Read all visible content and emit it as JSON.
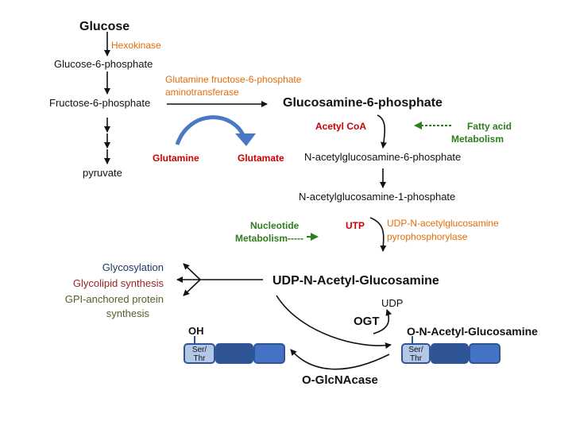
{
  "colors": {
    "enzyme": "#e46c0a",
    "cosubstrate": "#cc0000",
    "metabolism": "#2e7d1e",
    "box_border": "#2f5597",
    "box_light": "#b4c7e7",
    "box_dark": "#2f5597",
    "box_mid": "#4472c4",
    "glutamine_arrow": "#4a78c2"
  },
  "icons": [
    "arrow",
    "curved-arrow",
    "dashed-arrow",
    "branch-arrow",
    "cycle-arrow"
  ],
  "upper": {
    "glucose": "Glucose",
    "hexokinase": "Hexokinase",
    "g6p": "Glucose-6-phosphate",
    "f6p": "Fructose-6-phosphate",
    "pyruvate": "pyruvate",
    "gfat_line1": "Glutamine fructose-6-phosphate",
    "gfat_line2": "aminotransferase",
    "glutamine": "Glutamine",
    "glutamate": "Glutamate"
  },
  "hbp": {
    "glcn6p": "Glucosamine-6-phosphate",
    "acetylcoa": "Acetyl CoA",
    "fatty_line1": "Fatty acid",
    "fatty_line2": "Metabolism",
    "glcnac6p": "N-acetylglucosamine-6-phosphate",
    "glcnac1p": "N-acetylglucosamine-1-phosphate",
    "nuc_line1": "Nucleotide",
    "nuc_line2": "Metabolism-----",
    "utp": "UTP",
    "pyro_line1": "UDP-N-acetylglucosamine",
    "pyro_line2": "pyrophosphorylase",
    "udpglcnac": "UDP-N-Acetyl-Glucosamine"
  },
  "fates": {
    "glycosylation": "Glycosylation",
    "glycolipid": "Glycolipid synthesis",
    "gpi_line1": "GPI-anchored protein",
    "gpi_line2": "synthesis"
  },
  "cycle": {
    "udp": "UDP",
    "ogt": "OGT",
    "ogase": "O-GlcNAcase",
    "oh": "OH",
    "oglcnac": "O-N-Acetyl-Glucosamine",
    "ser_line1": "Ser/",
    "ser_line2": "Thr"
  }
}
